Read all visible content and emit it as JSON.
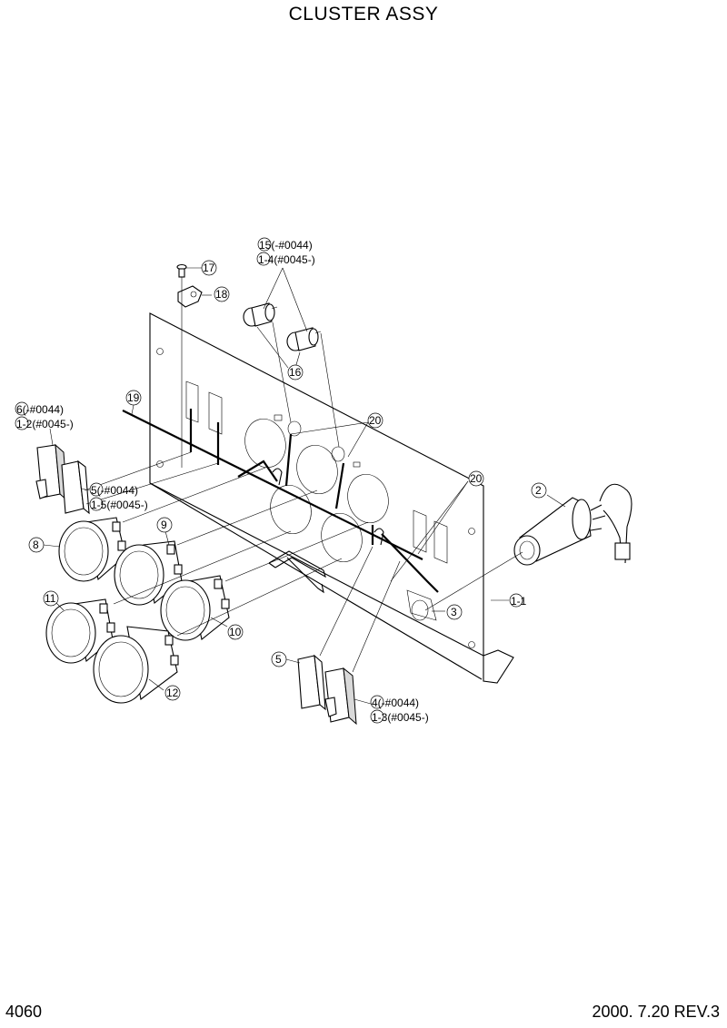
{
  "title": "CLUSTER ASSY",
  "footer": {
    "page_number": "4060",
    "revision": "2000. 7.20 REV.3"
  },
  "callouts": {
    "c1_1": "1-1",
    "c2": "2",
    "c3": "3",
    "c4a": "4(-#0044)",
    "c4b": "1-3(#0045-)",
    "c5": "5",
    "c5a": "5(-#0044)",
    "c5b": "1-5(#0045-)",
    "c6a": "6(-#0044)",
    "c6b": "1-2(#0045-)",
    "c8": "8",
    "c9": "9",
    "c10": "10",
    "c11": "11",
    "c12": "12",
    "c15a": "15(-#0044)",
    "c15b": "1-4(#0045-)",
    "c16": "16",
    "c17": "17",
    "c18": "18",
    "c19": "19",
    "c20a": "20",
    "c20b": "20"
  }
}
